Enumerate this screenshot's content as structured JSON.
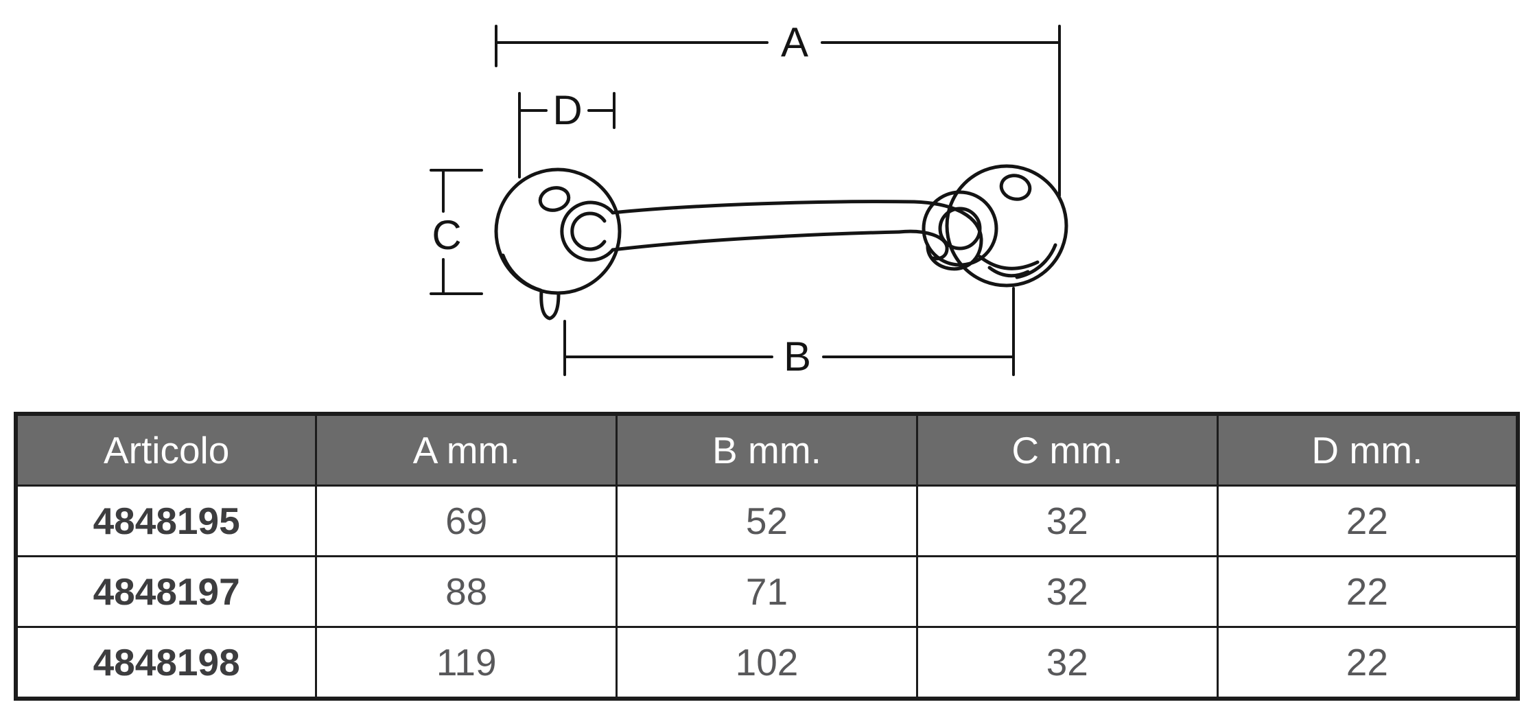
{
  "diagram": {
    "description": "technical line drawing of a cabin hook latch with dimension callouts",
    "dim_labels": {
      "a": "A",
      "b": "B",
      "c": "C",
      "d": "D"
    }
  },
  "table": {
    "headers": [
      "Articolo",
      "A mm.",
      "B mm.",
      "C mm.",
      "D mm."
    ],
    "rows": [
      {
        "articolo": "4848195",
        "a_mm": "69",
        "b_mm": "52",
        "c_mm": "32",
        "d_mm": "22"
      },
      {
        "articolo": "4848197",
        "a_mm": "88",
        "b_mm": "71",
        "c_mm": "32",
        "d_mm": "22"
      },
      {
        "articolo": "4848198",
        "a_mm": "119",
        "b_mm": "102",
        "c_mm": "32",
        "d_mm": "22"
      }
    ]
  },
  "colors": {
    "header_bg": "#6b6b6b",
    "header_text": "#ffffff",
    "table_border": "#1c1c1c",
    "value_text": "#58585a",
    "articolo_text": "#3d3d3f",
    "line_color": "#141414",
    "background": "#ffffff"
  }
}
